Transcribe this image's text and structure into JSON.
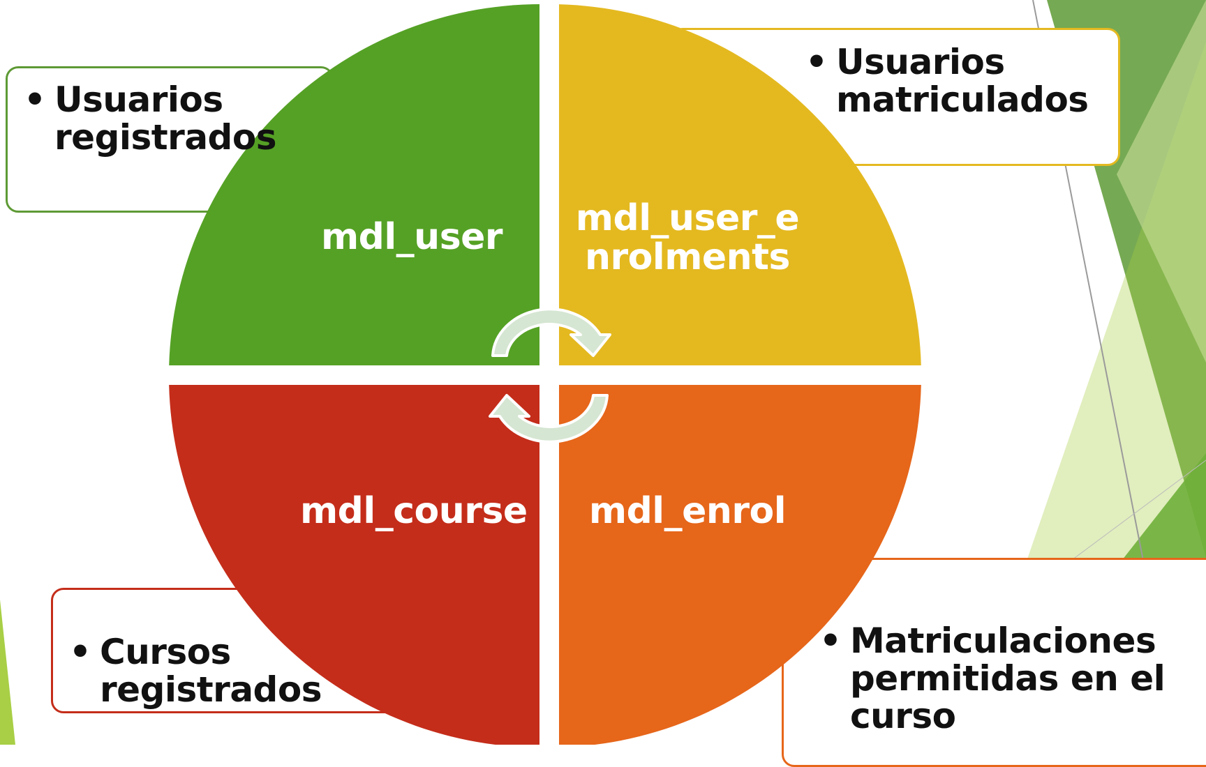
{
  "colors": {
    "user": "#55A125",
    "user_enrolments": "#E4B920",
    "course": "#C42D1A",
    "enrol": "#E6661A",
    "arrow_fill": "#D5E6D2",
    "arrow_stroke": "#FFFFFF",
    "accent_green_dark": "#5E9A35",
    "accent_green_light": "#A8CF45"
  },
  "quadrants": {
    "user": {
      "label": "mdl_user"
    },
    "user_enrolments": {
      "label_line1": "mdl_user_e",
      "label_line2": "nrolments"
    },
    "course": {
      "label": "mdl_course"
    },
    "enrol": {
      "label": "mdl_enrol"
    }
  },
  "callouts": {
    "user": {
      "bullet": "•",
      "line1": "Usuarios",
      "line2": "registrados"
    },
    "user_enrolments": {
      "bullet": "•",
      "line1": "Usuarios",
      "line2": "matriculados"
    },
    "course": {
      "bullet": "•",
      "line1": "Cursos",
      "line2": "registrados"
    },
    "enrol": {
      "bullet": "•",
      "line1": "Matriculaciones",
      "line2": "permitidas en el",
      "line3": "curso"
    }
  },
  "cycle_arrows": {
    "icon": "circular-arrows-icon"
  }
}
